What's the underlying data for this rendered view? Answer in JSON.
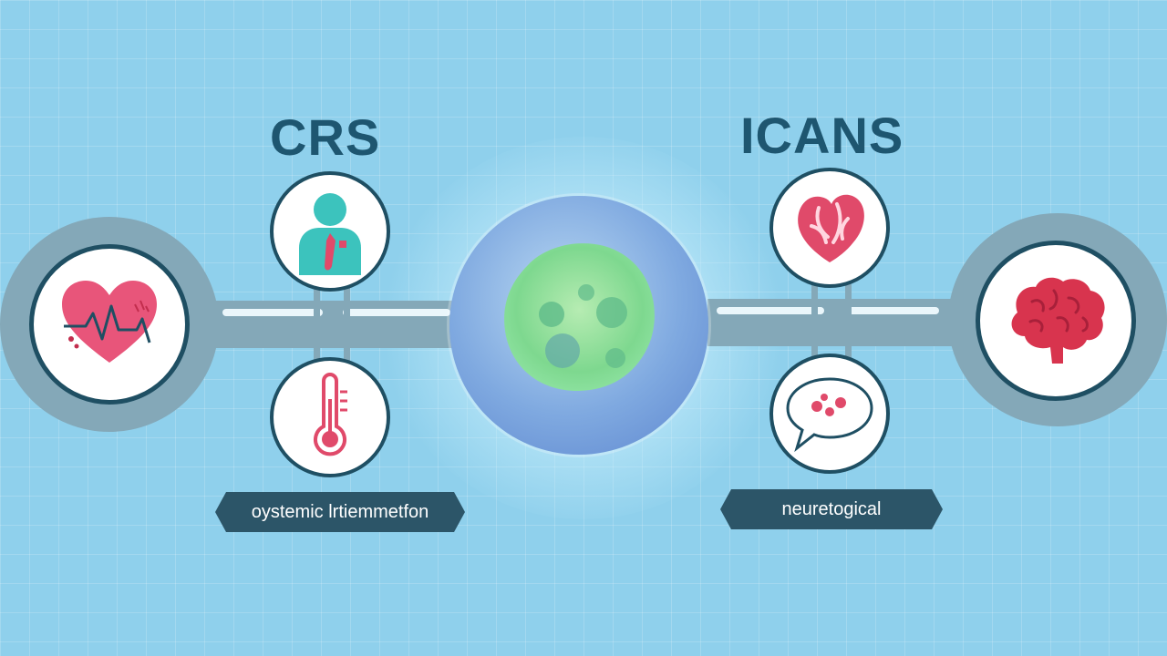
{
  "headings": {
    "left": "CRS",
    "right": "ICANS"
  },
  "labels": {
    "left": "oystemic lrtiemmetfon",
    "right": "neuretogical"
  },
  "icons": [
    "heart-ecg-icon",
    "person-icon",
    "thermometer-icon",
    "cell-icon",
    "heart-anatomy-icon",
    "speech-bubble-icon",
    "brain-icon"
  ],
  "colors": {
    "background": "#8fd0ec",
    "outline": "#1f4f63",
    "icon_red": "#e04a6a",
    "icon_teal": "#3cc3bd",
    "cell_green": "#7ed88f",
    "cell_blue": "#6e96d8",
    "label_bg": "#2c5568"
  }
}
